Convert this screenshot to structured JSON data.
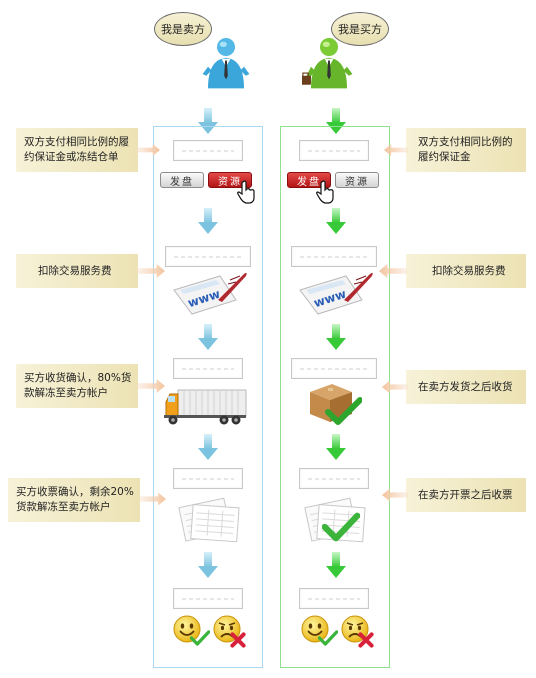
{
  "seller": {
    "bubble": "我是卖方",
    "buttons": {
      "fapan": "发盘",
      "ziyuan": "资源"
    },
    "notes": [
      "双方支付相同比例的履约保证金或冻结仓单",
      "扣除交易服务费",
      "买方收货确认，80%货款解冻至卖方帐户",
      "买方收票确认，剩余20%货款解冻至卖方帐户"
    ]
  },
  "buyer": {
    "bubble": "我是买方",
    "buttons": {
      "fapan": "发盘",
      "ziyuan": "资源"
    },
    "notes": [
      "双方支付相同比例的履约保证金",
      "扣除交易服务费",
      "在卖方发货之后收货",
      "在卖方开票之后收票"
    ]
  },
  "colors": {
    "seller_accent": "#8fcfe6",
    "buyer_accent": "#5edb5e",
    "note_arrow": "#f6b98a",
    "button_red": "#c81e1e"
  },
  "icons": {
    "seller_person": "businessman-blue-icon",
    "buyer_person": "businessman-green-icon",
    "cursor": "hand-cursor-icon",
    "document": "www-document-quill-icon",
    "truck": "truck-icon",
    "box": "box-check-icon",
    "invoice": "invoice-papers-icon",
    "smile": "smiley-happy-icon",
    "sad": "smiley-sad-icon"
  }
}
